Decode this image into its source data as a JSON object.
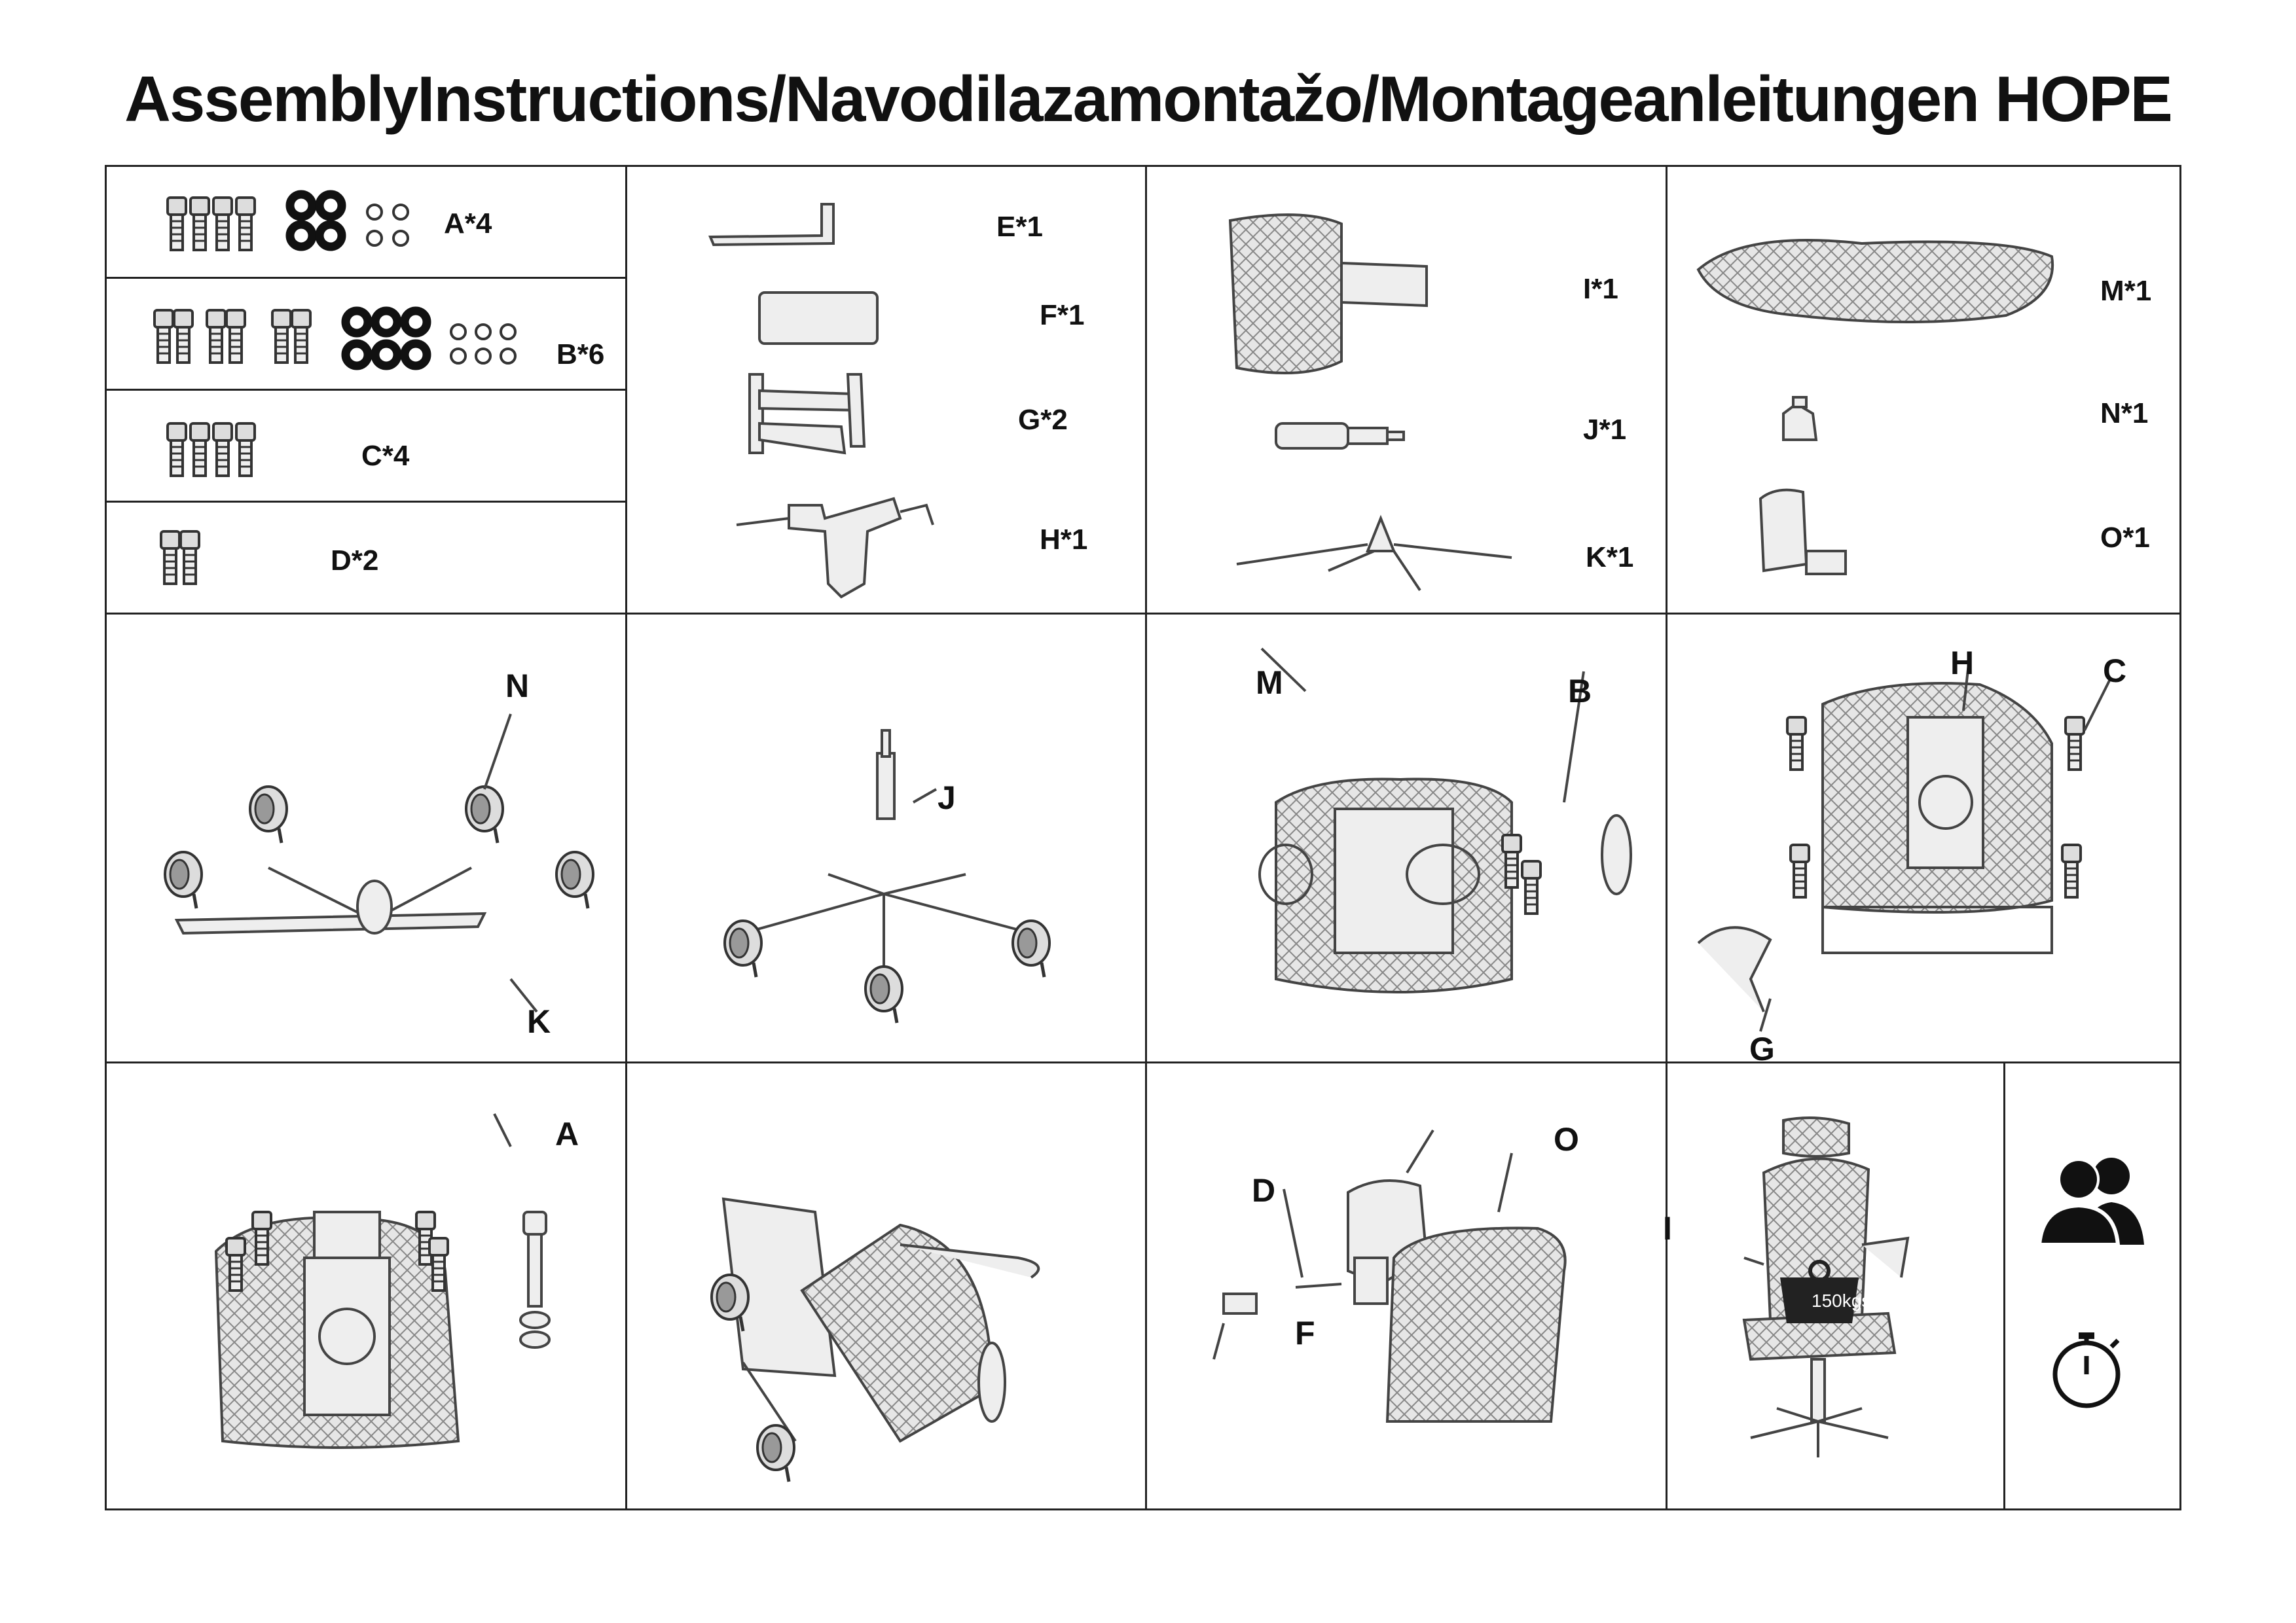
{
  "title": "AssemblyInstructions/Navodilazamontažo/Montageanleitungen  HOPE",
  "parts": {
    "A": "A*4",
    "B": "B*6",
    "C": "C*4",
    "D": "D*2",
    "E": "E*1",
    "F": "F*1",
    "G": "G*2",
    "H": "H*1",
    "I": "I*1",
    "J": "J*1",
    "K": "K*1",
    "M": "M*1",
    "N": "N*1",
    "O": "O*1"
  },
  "steps": {
    "step1": {
      "n": "N",
      "k": "K"
    },
    "step2": {
      "j": "J"
    },
    "step3": {
      "m": "M",
      "b": "B"
    },
    "step4": {
      "h": "H",
      "c": "C",
      "g": "G"
    },
    "step5": {
      "a": "A"
    },
    "step7": {
      "o": "O",
      "d": "D",
      "i": "I",
      "f": "F"
    },
    "step8": {
      "weight": "150kgs"
    }
  },
  "icons": [
    "users-icon",
    "stopwatch-icon"
  ]
}
